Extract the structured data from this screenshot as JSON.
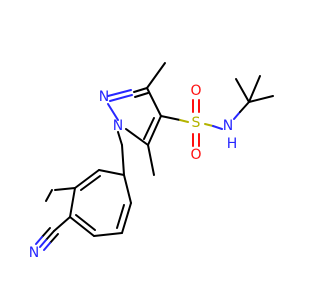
{
  "molecule": {
    "atoms": {
      "n_ring_top": "N",
      "n_ring_bottom": "N",
      "sulfur": "S",
      "oxygen_top": "O",
      "oxygen_bottom": "O",
      "n_amide": "N",
      "h_amide": "H",
      "n_nitrile": "N"
    },
    "colors": {
      "carbon_bond": "#000000",
      "nitrogen": "#2727ff",
      "oxygen": "#ff1010",
      "sulfur": "#b3b300"
    }
  }
}
